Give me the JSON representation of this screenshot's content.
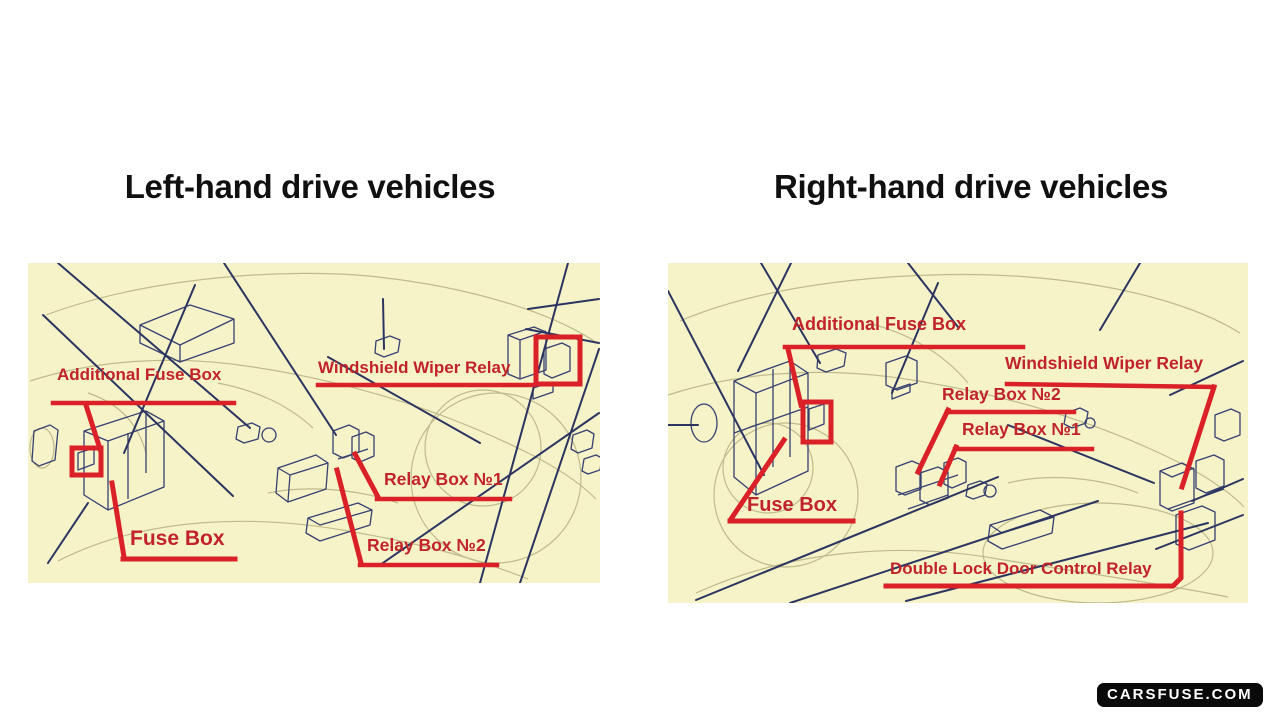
{
  "panels": {
    "left": {
      "title": "Left-hand drive vehicles",
      "labels": {
        "additional_fuse_box": "Additional Fuse Box",
        "windshield_wiper_relay": "Windshield Wiper Relay",
        "fuse_box": "Fuse Box",
        "relay_box_1": "Relay Box №1",
        "relay_box_2": "Relay Box №2"
      }
    },
    "right": {
      "title": "Right-hand drive vehicles",
      "labels": {
        "additional_fuse_box": "Additional Fuse Box",
        "windshield_wiper_relay": "Windshield Wiper Relay",
        "relay_box_2": "Relay Box №2",
        "relay_box_1": "Relay Box №1",
        "fuse_box": "Fuse Box",
        "double_lock_door_control_relay": "Double Lock Door Control Relay"
      }
    }
  },
  "watermark": {
    "text": "CARSFUSE.COM"
  },
  "colors": {
    "diagram_background": "#f6f3c9",
    "annotation_red": "#da2128",
    "label_red": "#c1232a",
    "line_navy": "#2b3560",
    "line_faint": "#c0ba8c",
    "watermark_background": "#0a0a0a",
    "watermark_text": "#ffffff"
  }
}
